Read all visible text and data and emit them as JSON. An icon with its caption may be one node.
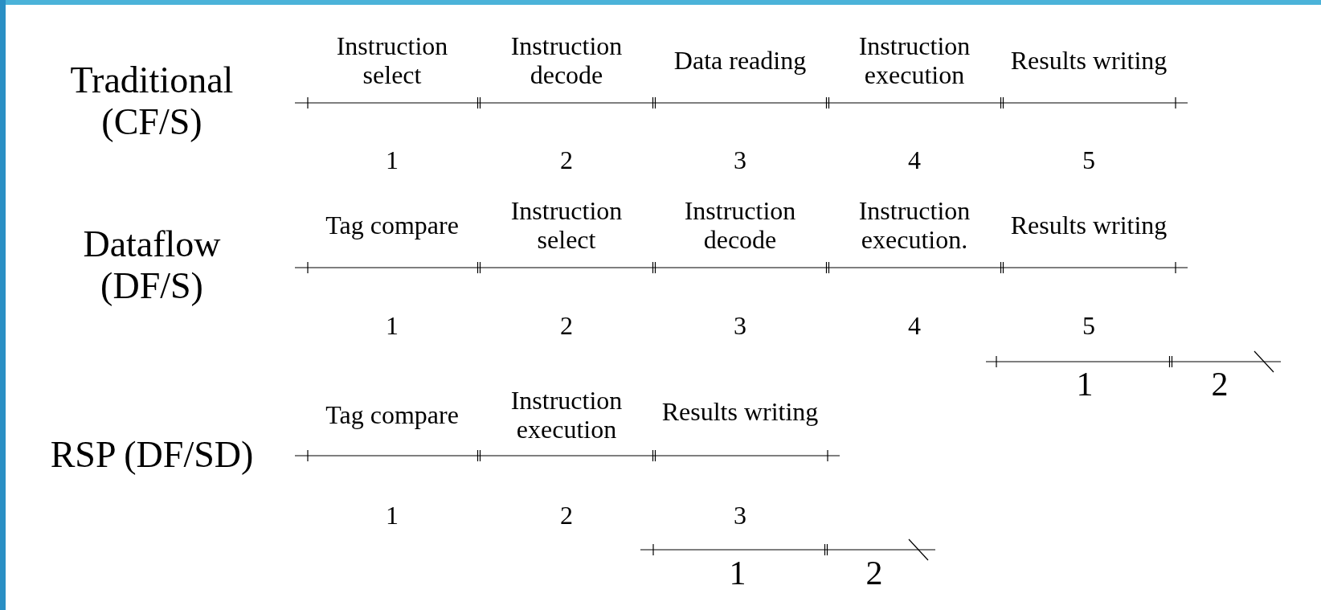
{
  "diagram": {
    "labels": [
      "Traditional (CF/S)",
      "Instruction select",
      "Instruction decode",
      "Data reading",
      "Instruction execution",
      "Results writing",
      "1",
      "2",
      "3",
      "4",
      "5",
      "Dataflow (DF/S)",
      "Tag compare",
      "Instruction select",
      "Instruction decode",
      "Instruction execution.",
      "Results writing",
      "1",
      "2",
      "3",
      "4",
      "5",
      "1",
      "2",
      "RSP (DF/SD)",
      "Tag compare",
      "Instruction execution",
      "Results writing",
      "1",
      "2",
      "3",
      "1",
      "2"
    ]
  }
}
